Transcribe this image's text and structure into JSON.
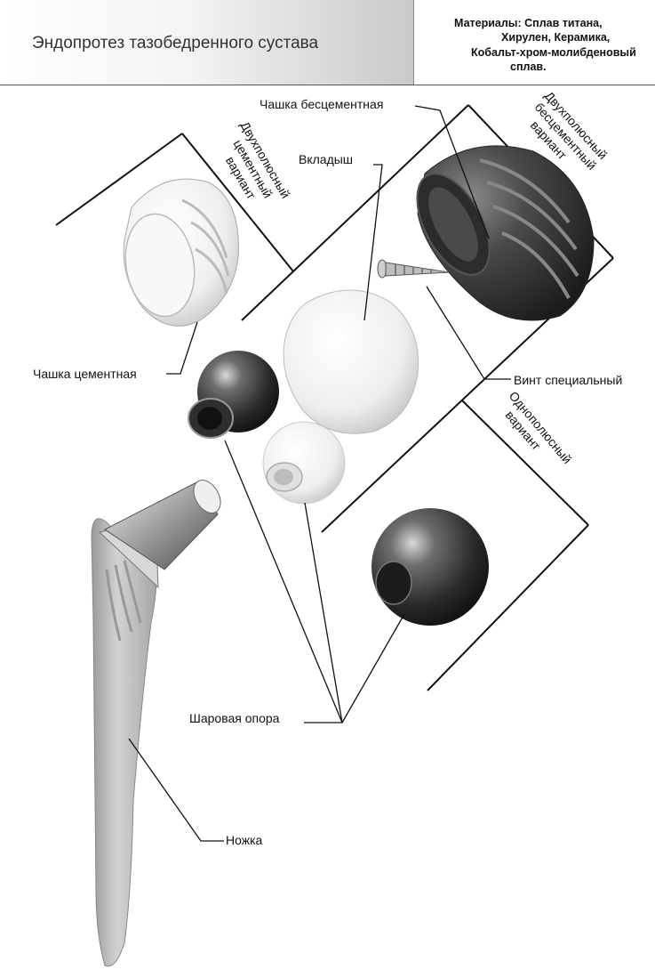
{
  "header": {
    "title": "Эндопротез тазобедренного сустава",
    "materials": [
      "Материалы: Сплав титана,",
      "Хирулен, Керамика,",
      "Кобальт-хром-молибденовый",
      "сплав."
    ]
  },
  "labels": {
    "cup_cementless": "Чашка бесцементная",
    "liner": "Вкладыш",
    "cup_cemented": "Чашка цементная",
    "screw": "Винт специальный",
    "ball_head": "Шаровая опора",
    "stem": "Ножка"
  },
  "sections": {
    "bipolar_cemented": [
      "Двухполюсный",
      "цементный",
      "вариант"
    ],
    "bipolar_cementless": [
      "Двухполюсный",
      "бесцементный",
      "вариант"
    ],
    "unipolar": [
      "Однополюсный",
      "вариант"
    ]
  },
  "colors": {
    "line": "#111111",
    "white_part": "#f2f2f2",
    "metal": "#3a3a3a",
    "stem": "#b5b5b5"
  }
}
